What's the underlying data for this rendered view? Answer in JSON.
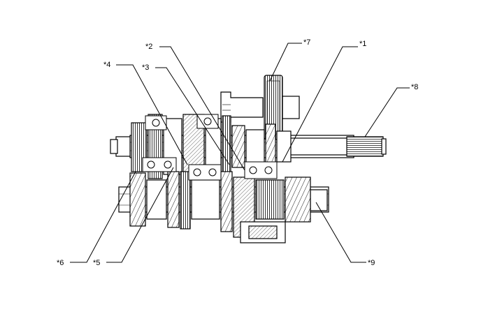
{
  "figure": {
    "colors": {
      "ink": "#000000",
      "background": "#ffffff",
      "shade": "#d9d9d9",
      "dark": "#8c8c8c"
    }
  },
  "callouts": [
    {
      "id": "1",
      "label": "*1"
    },
    {
      "id": "2",
      "label": "*2"
    },
    {
      "id": "3",
      "label": "*3"
    },
    {
      "id": "4",
      "label": "*4"
    },
    {
      "id": "5",
      "label": "*5"
    },
    {
      "id": "6",
      "label": "*6"
    },
    {
      "id": "7",
      "label": "*7"
    },
    {
      "id": "8",
      "label": "*8"
    },
    {
      "id": "9",
      "label": "*9"
    }
  ]
}
